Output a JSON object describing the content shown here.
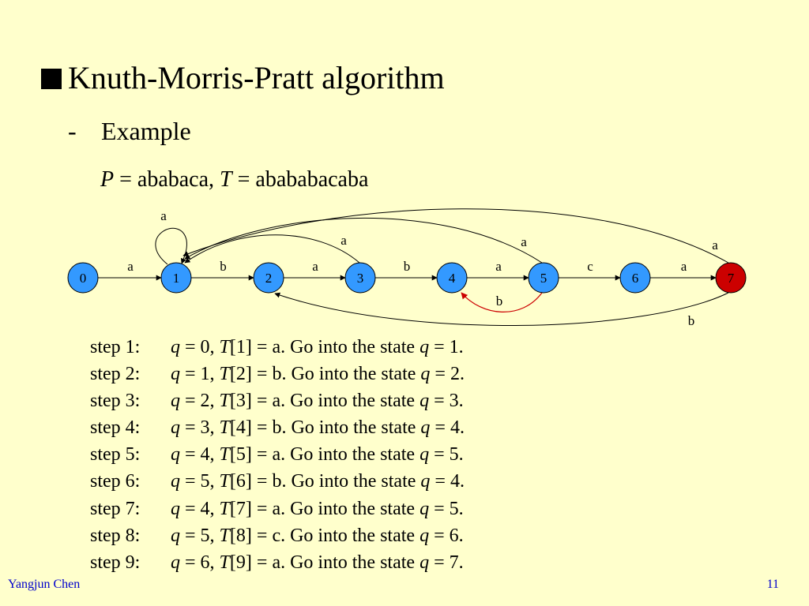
{
  "title": "Knuth-Morris-Pratt algorithm",
  "subtitle_dash": "-",
  "subtitle": "Example",
  "formula": {
    "p_var": "P",
    "p_eq": " = ababaca, ",
    "t_var": "T",
    "t_eq": " = abababacaba"
  },
  "diagram": {
    "states": [
      "0",
      "1",
      "2",
      "3",
      "4",
      "5",
      "6",
      "7"
    ],
    "final_state": "7",
    "forward_labels": [
      "a",
      "b",
      "a",
      "b",
      "a",
      "c",
      "a"
    ],
    "self_loop_label": "a",
    "back_labels": {
      "from3_to1": "a",
      "from5_to1": "a",
      "from7_to1": "a",
      "from5_to4": "b",
      "from7_to2": "b"
    },
    "colors": {
      "state_fill": "#3399ff",
      "final_fill": "#cc0000",
      "highlight_edge": "#cc0000",
      "background": "#ffffcc"
    }
  },
  "steps": [
    {
      "label": "step 1:",
      "q": "0",
      "i": "1",
      "c": "a",
      "nq": "1"
    },
    {
      "label": "step 2:",
      "q": "1",
      "i": "2",
      "c": "b",
      "nq": "2"
    },
    {
      "label": "step 3:",
      "q": "2",
      "i": "3",
      "c": "a",
      "nq": "3"
    },
    {
      "label": "step 4:",
      "q": "3",
      "i": "4",
      "c": "b",
      "nq": "4"
    },
    {
      "label": "step 5:",
      "q": "4",
      "i": "5",
      "c": "a",
      "nq": "5"
    },
    {
      "label": "step 6:",
      "q": "5",
      "i": "6",
      "c": "b",
      "nq": "4"
    },
    {
      "label": "step 7:",
      "q": "4",
      "i": "7",
      "c": "a",
      "nq": "5"
    },
    {
      "label": "step 8:",
      "q": "5",
      "i": "8",
      "c": "c",
      "nq": "6"
    },
    {
      "label": "step 9:",
      "q": "6",
      "i": "9",
      "c": "a",
      "nq": "7"
    }
  ],
  "step_text": {
    "q_var": "q",
    "t_var": "T",
    "goto": ". Go into the state ",
    "end": "."
  },
  "footer": {
    "author": "Yangjun Chen",
    "page": "11"
  }
}
